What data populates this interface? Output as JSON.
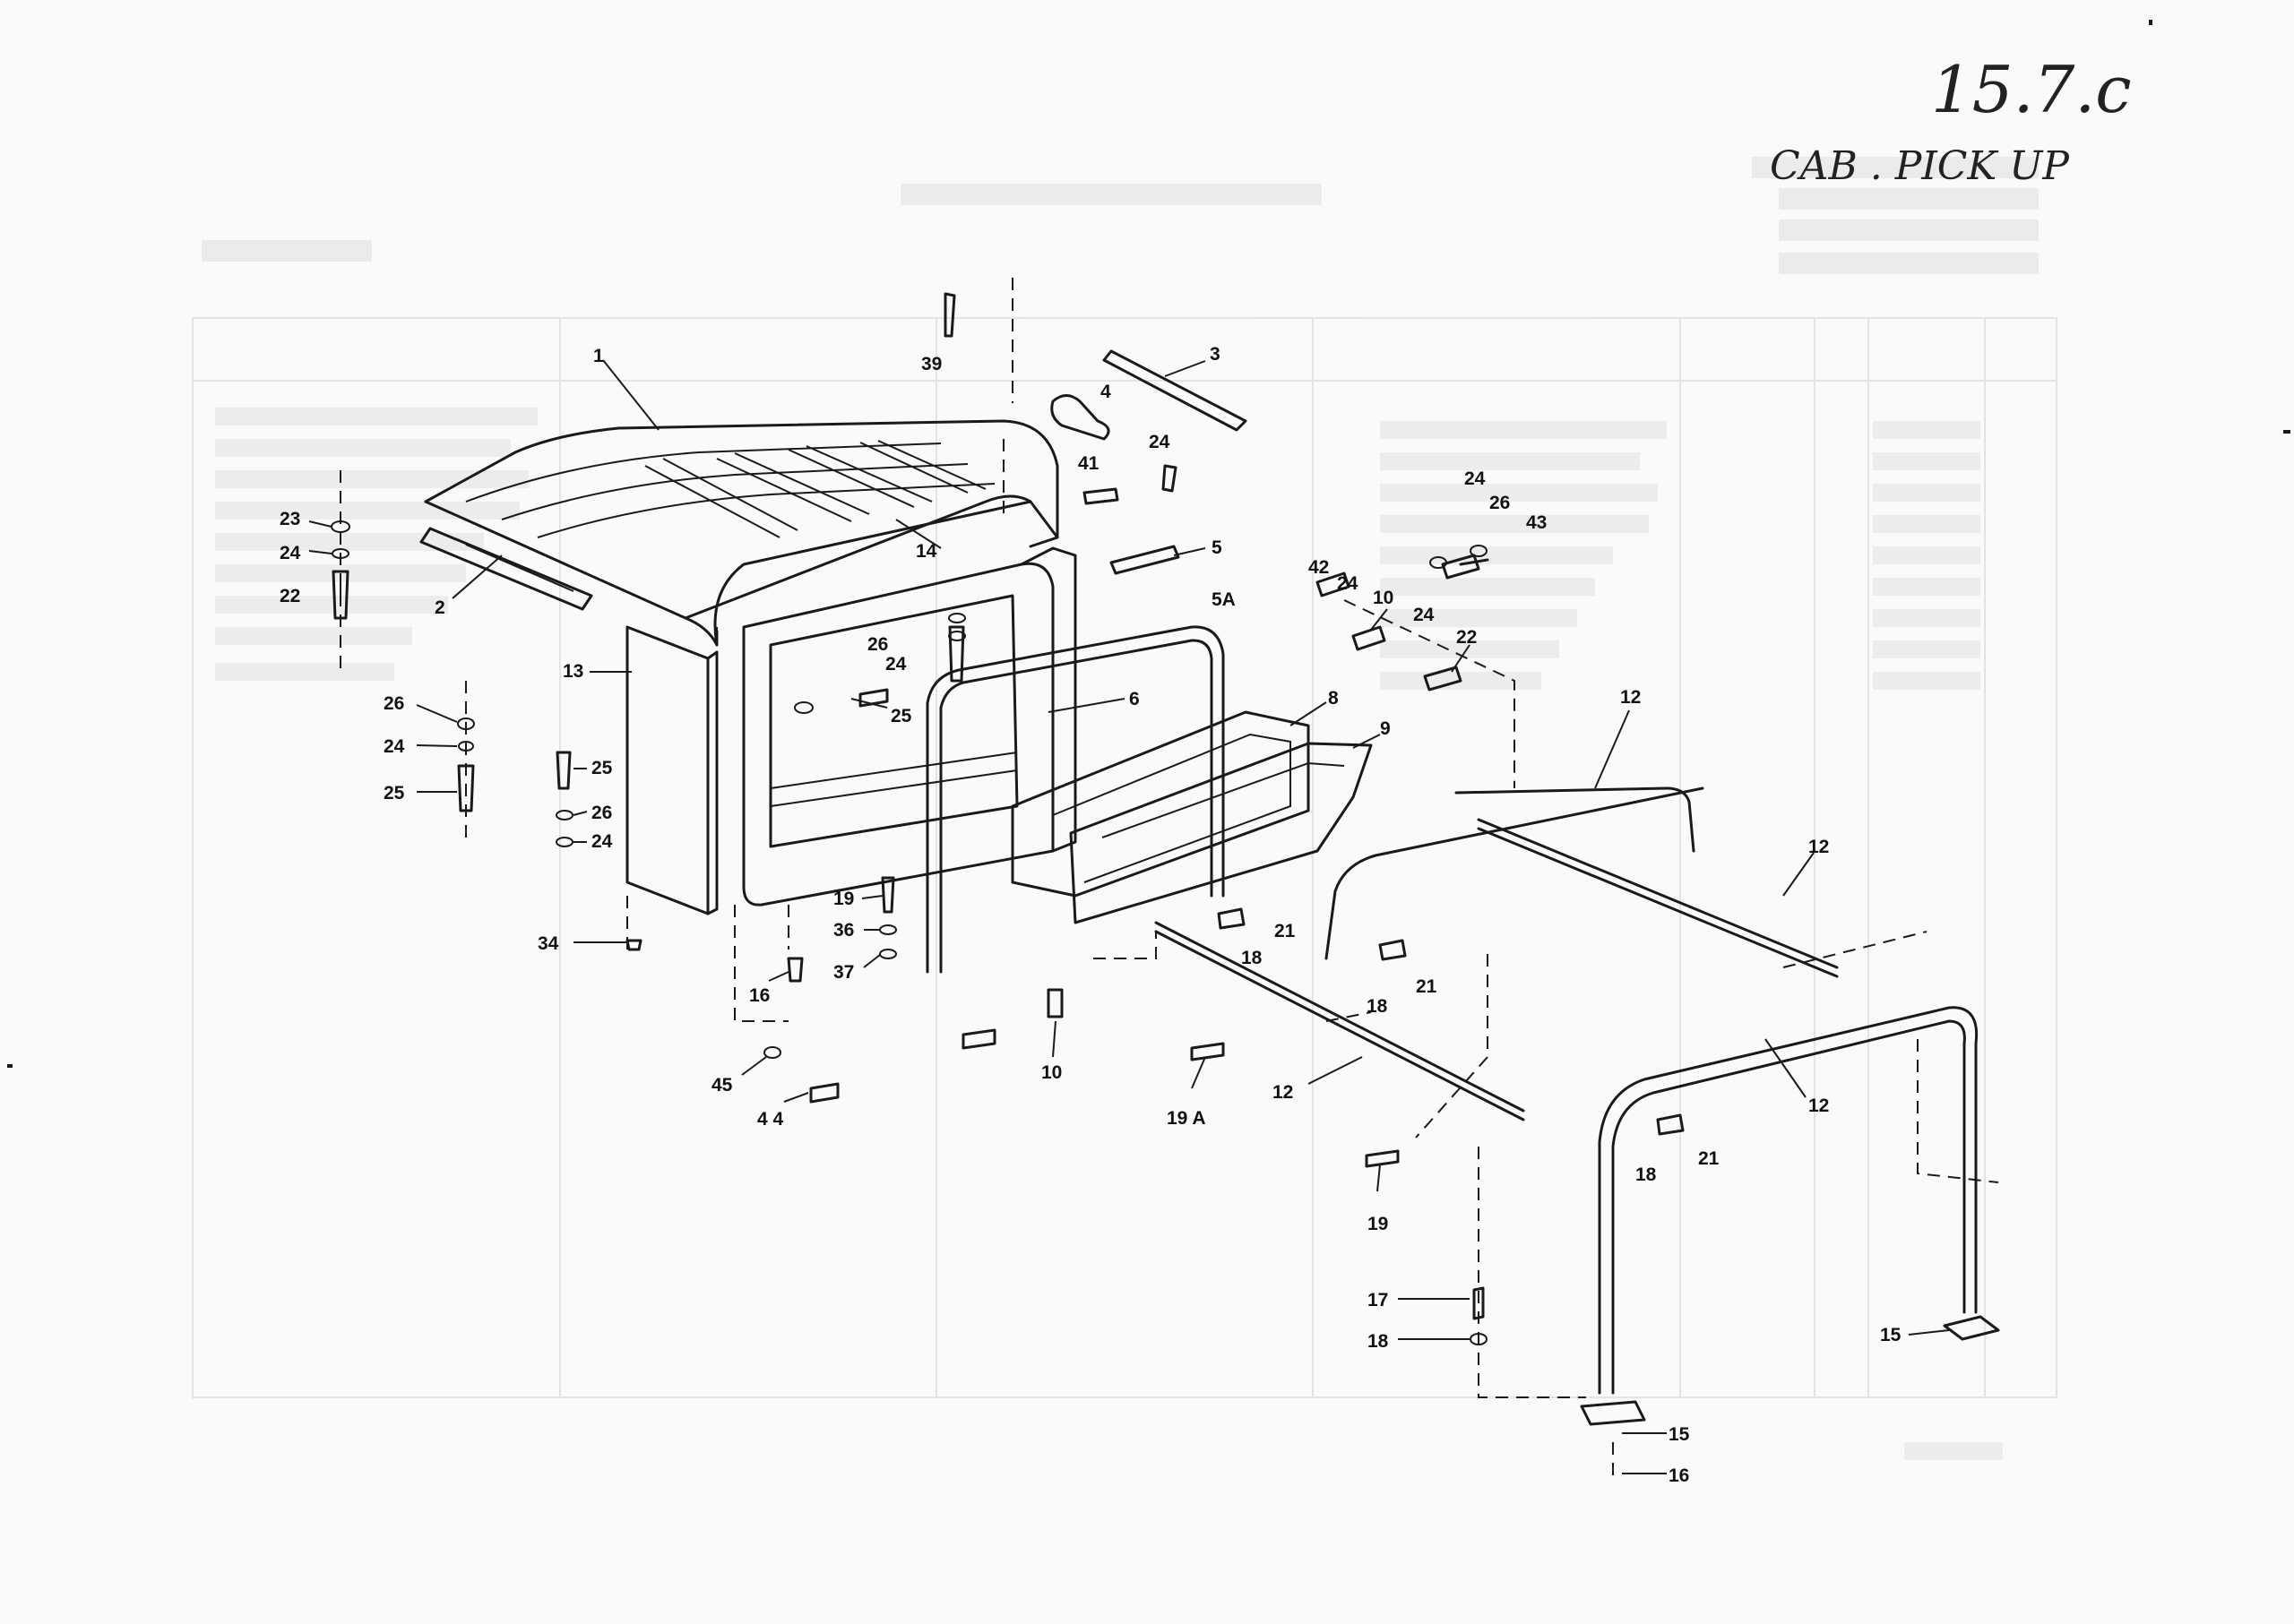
{
  "header": {
    "page_ref": "15.7.c",
    "title": "CAB . PICK UP"
  },
  "callouts": {
    "c1": "1",
    "c2": "2",
    "c3": "3",
    "c4": "4",
    "c5": "5",
    "c5a": "5A",
    "c6": "6",
    "c8": "8",
    "c9": "9",
    "c10a": "10",
    "c10b": "10",
    "c12a": "12",
    "c12b": "12",
    "c12c": "12",
    "c12d": "12",
    "c13": "13",
    "c14": "14",
    "c15a": "15",
    "c15b": "15",
    "c16a": "16",
    "c16b": "16",
    "c17": "17",
    "c18a": "18",
    "c18b": "18",
    "c18c": "18",
    "c18d": "18",
    "c19a": "19",
    "c19b": "19",
    "c19c": "19 A",
    "c21a": "21",
    "c21b": "21",
    "c21c": "21",
    "c22a": "22",
    "c22b": "22",
    "c23": "23",
    "c24a": "24",
    "c24b": "24",
    "c24c": "24",
    "c24d": "24",
    "c24e": "24",
    "c24f": "24",
    "c24g": "24",
    "c24h": "24",
    "c25a": "25",
    "c25b": "25",
    "c25c": "25",
    "c26a": "26",
    "c26b": "26",
    "c26c": "26",
    "c26d": "26",
    "c34": "34",
    "c36": "36",
    "c37": "37",
    "c39": "39",
    "c41": "41",
    "c42": "42",
    "c43": "43",
    "c44": "4 4",
    "c45": "45"
  }
}
